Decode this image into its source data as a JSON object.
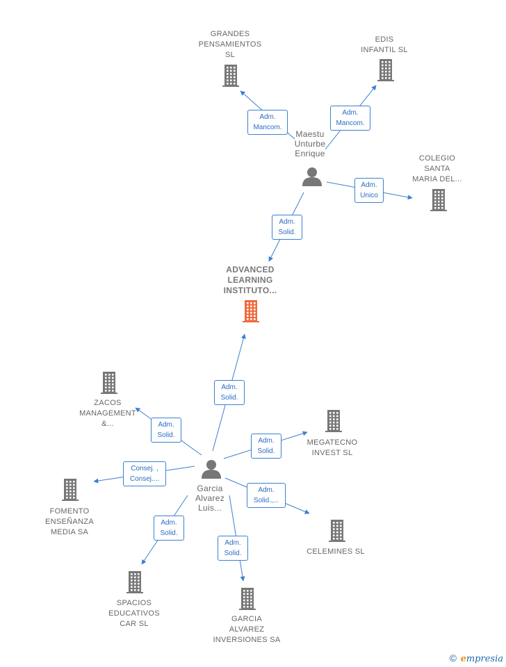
{
  "colors": {
    "edge": "#3b7fd0",
    "building": "#777777",
    "building_main": "#f06a3c",
    "person": "#777777",
    "label_text": "#666666"
  },
  "nodes": {
    "grandes": "GRANDES\nPENSAMIENTOS\nSL",
    "edis": "EDIS\nINFANTIL  SL",
    "colegio": "COLEGIO\nSANTA\nMARIA DEL...",
    "maestu": "Maestu\nUnturbe\nEnrique",
    "advanced": "ADVANCED\nLEARNING\nINSTITUTO...",
    "zacos": "ZACOS\nMANAGEMENT\n&...",
    "megatecno": "MEGATECNO\nINVEST  SL",
    "fomento": "FOMENTO\nENSEÑANZA\nMEDIA SA",
    "garcia": "Garcia\nAlvarez\nLuis...",
    "celemines": "CELEMINES  SL",
    "spacios": "SPACIOS\nEDUCATIVOS\nCAR  SL",
    "garcia_inv": "GARCIA\nALVAREZ\nINVERSIONES SA"
  },
  "relations": {
    "maestu_grandes": "Adm.\nMancom.",
    "maestu_edis": "Adm.\nMancom.",
    "maestu_colegio": "Adm.\nUnico",
    "maestu_advanced": "Adm.\nSolid.",
    "garcia_advanced": "Adm.\nSolid.",
    "garcia_zacos": "Adm.\nSolid.",
    "garcia_megatecno": "Adm.\nSolid.",
    "garcia_fomento": "Consej. ,\nConsej....",
    "garcia_celemines": "Adm.\nSolid.,...",
    "garcia_spacios": "Adm.\nSolid.",
    "garcia_inv": "Adm.\nSolid."
  },
  "footer": {
    "copyright": "©",
    "brand_initial": "e",
    "brand_rest": "mpresia"
  }
}
